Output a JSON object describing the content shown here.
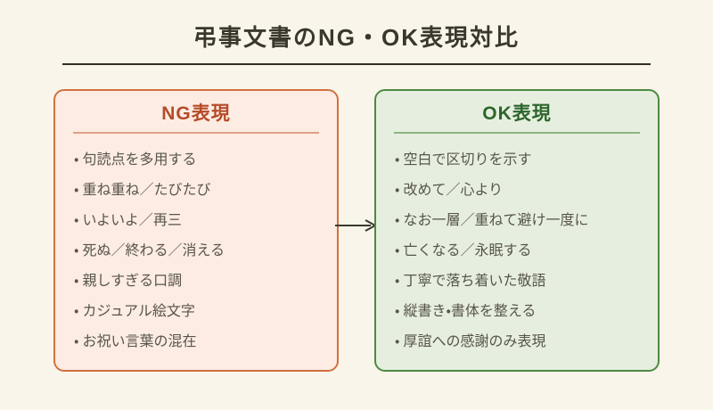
{
  "title": "弔事文書のNG・OK表現対比",
  "bullet": "・",
  "ng": {
    "title": "NG表現",
    "items": [
      "句読点を多用する",
      "重ね重ね／たびたび",
      "いよいよ／再三",
      "死ぬ／終わる／消える",
      "親しすぎる口調",
      "カジュアル絵文字",
      "お祝い言葉の混在"
    ]
  },
  "ok": {
    "title": "OK表現",
    "items": [
      "空白で区切りを示す",
      "改めて／心より",
      "なお一層／重ねて避け一度に",
      "亡くなる／永眠する",
      "丁寧で落ち着いた敬語",
      "縦書き・書体を整える",
      "厚誼への感謝のみ表現"
    ]
  },
  "colors": {
    "background": "#faf5ea",
    "title_text": "#3a372c",
    "title_rule": "#2f2d26",
    "ng_background": "#fdece4",
    "ng_border": "#d0703f",
    "ng_title": "#b54b27",
    "ng_divider": "#dda084",
    "ok_background": "#e6efdf",
    "ok_border": "#4c8a41",
    "ok_title": "#2d652c",
    "ok_divider": "#8fb383",
    "item_text": "#57554c",
    "arrow": "#3a382e"
  }
}
